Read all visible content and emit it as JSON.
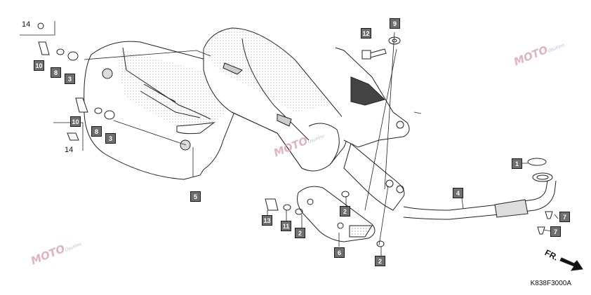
{
  "diagram": {
    "drawing_code": "K838F3000A",
    "direction_label": "FR.",
    "watermark": "MOTO",
    "watermark_sub": "Osuhino",
    "callouts": [
      {
        "id": "c14a",
        "label": "14"
      },
      {
        "id": "c10a",
        "label": "10"
      },
      {
        "id": "c8a",
        "label": "8"
      },
      {
        "id": "c3a",
        "label": "3"
      },
      {
        "id": "c10b",
        "label": "10"
      },
      {
        "id": "c8b",
        "label": "8"
      },
      {
        "id": "c3b",
        "label": "3"
      },
      {
        "id": "c14b",
        "label": "14"
      },
      {
        "id": "c5",
        "label": "5"
      },
      {
        "id": "c12",
        "label": "12"
      },
      {
        "id": "c9",
        "label": "9"
      },
      {
        "id": "c1",
        "label": "1"
      },
      {
        "id": "c4",
        "label": "4"
      },
      {
        "id": "c2a",
        "label": "2"
      },
      {
        "id": "c13",
        "label": "13"
      },
      {
        "id": "c11",
        "label": "11"
      },
      {
        "id": "c2b",
        "label": "2"
      },
      {
        "id": "c6",
        "label": "6"
      },
      {
        "id": "c2c",
        "label": "2"
      },
      {
        "id": "c7a",
        "label": "7"
      },
      {
        "id": "c7b",
        "label": "7"
      }
    ]
  }
}
